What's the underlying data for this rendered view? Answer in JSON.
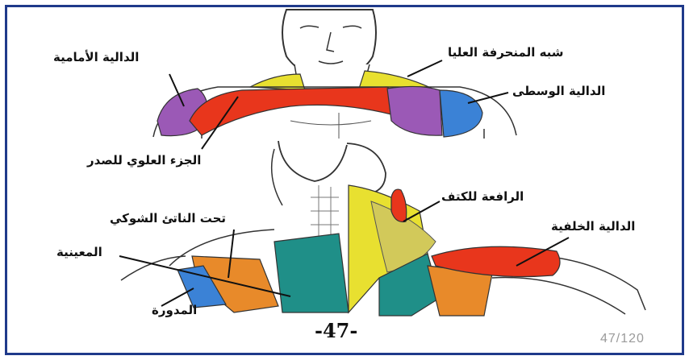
{
  "labels": {
    "anterior_deltoid": "الدالية الأمامية",
    "upper_trapezius": "شبه المنحرفة العليا",
    "middle_deltoid": "الدالية الوسطى",
    "upper_chest": "الجزء العلوي للصدر",
    "levator_scapulae": "الرافعة للكتف",
    "infraspinatus": "تحت الناتئ الشوكي",
    "posterior_deltoid": "الدالية الخلفية",
    "rhomboid": "المعينية",
    "teres": "المدورة"
  },
  "footer": {
    "page_number": "-47-",
    "page_counter": "47/120"
  },
  "colors": {
    "frame": "#1f3a8a",
    "deltoid_front": "#9b59b6",
    "deltoid_mid": "#3b82d6",
    "chest": "#e8361c",
    "trapezius": "#e8e030",
    "back_yellow": "#d8d040",
    "teal": "#1f8f88",
    "orange": "#e88a2a"
  }
}
